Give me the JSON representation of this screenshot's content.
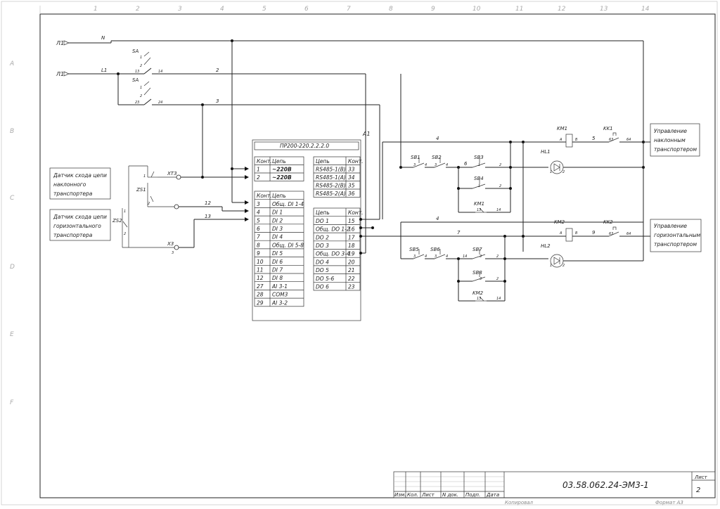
{
  "frame": {
    "columns": [
      "1",
      "2",
      "3",
      "4",
      "5",
      "6",
      "7",
      "8",
      "9",
      "10",
      "11",
      "12",
      "13",
      "14"
    ],
    "rows": [
      "A",
      "B",
      "C",
      "D",
      "E",
      "F"
    ]
  },
  "supply": {
    "l1_top": "Л1",
    "l1_bottom": "Л1",
    "wire_n": "N",
    "wire_l1": "L1",
    "sa_top": "SA",
    "sa_bottom": "SA",
    "sa_top_pins": [
      "1",
      "2",
      "13",
      "14"
    ],
    "sa_bottom_pins": [
      "1",
      "2",
      "23",
      "24"
    ],
    "wire_2": "2",
    "wire_3": "3"
  },
  "sensors": {
    "tilted": "Датчик схода цепи наклонного транспортера",
    "horizontal": "Датчик схода цепи горизонтального транспортера",
    "xt3": "XT3",
    "x3": "X3",
    "zs1": "ZS1",
    "zs2": "ZS2",
    "pins": [
      "1",
      "2",
      "1",
      "2",
      "3"
    ],
    "wire_12": "12",
    "wire_13": "13"
  },
  "controller": {
    "ref": "A1",
    "model": "ПР200-220.2.2.2.0",
    "power_header": [
      "Конт.",
      "Цепь"
    ],
    "power_rows": [
      [
        "1",
        "~220В"
      ],
      [
        "2",
        "~220В"
      ]
    ],
    "rs_header": [
      "Цепь",
      "Конт."
    ],
    "rs_rows": [
      [
        "RS485-1(B)",
        "33"
      ],
      [
        "RS485-1(A)",
        "34"
      ],
      [
        "RS485-2(B)",
        "35"
      ],
      [
        "RS485-2(A)",
        "36"
      ]
    ],
    "di_header": [
      "Конт.",
      "Цепь"
    ],
    "di_rows": [
      [
        "3",
        "Общ. DI 1-4"
      ],
      [
        "4",
        "DI 1"
      ],
      [
        "5",
        "DI 2"
      ],
      [
        "6",
        "DI 3"
      ],
      [
        "7",
        "DI 4"
      ],
      [
        "8",
        "Общ. DI 5-8"
      ],
      [
        "9",
        "DI 5"
      ],
      [
        "10",
        "DI 6"
      ],
      [
        "11",
        "DI 7"
      ],
      [
        "12",
        "DI 8"
      ],
      [
        "27",
        "AI 3-1"
      ],
      [
        "28",
        "COM3"
      ],
      [
        "29",
        "AI 3-2"
      ]
    ],
    "do_header": [
      "Цепь",
      "Конт."
    ],
    "do_rows": [
      [
        "DO 1",
        "15"
      ],
      [
        "Общ. DO 1-2",
        "16"
      ],
      [
        "DO 2",
        "17"
      ],
      [
        "DO 3",
        "18"
      ],
      [
        "Общ. DO 3-4",
        "19"
      ],
      [
        "DO 4",
        "20"
      ],
      [
        "DO 5",
        "21"
      ],
      [
        "DO 5-6",
        "22"
      ],
      [
        "DO 6",
        "23"
      ]
    ]
  },
  "circuit_top": {
    "wire_4": "4",
    "wire_5": "5",
    "wire_6": "6",
    "sb1": "SB1",
    "sb2": "SB2",
    "sb3": "SB3",
    "sb4": "SB4",
    "km1_contact": "KM1",
    "km1_coil": "KM1",
    "kk1": "KK1",
    "hl1": "HL1",
    "coil_pins": [
      "A",
      "B"
    ],
    "kk_pins": [
      "63",
      "64"
    ],
    "sb_pins": [
      "3",
      "4",
      "3",
      "4",
      "1",
      "2",
      "1",
      "2"
    ],
    "km_pins": [
      "13",
      "14"
    ],
    "hl_pins": [
      "1",
      "2"
    ],
    "label": "Управление наклонным транспортером"
  },
  "circuit_bottom": {
    "wire_4": "4",
    "wire_7": "7",
    "wire_9": "9",
    "sb5": "SB5",
    "sb6": "SB6",
    "sb7": "SB7",
    "sb8": "SB8",
    "km2_contact": "KM2",
    "km2_coil": "KM2",
    "kk2": "KK2",
    "hl2": "HL2",
    "coil_pins": [
      "A",
      "B"
    ],
    "kk_pins": [
      "63",
      "64"
    ],
    "sb_pins": [
      "3",
      "4",
      "3",
      "4",
      "14",
      "3",
      "2",
      "3",
      "2"
    ],
    "km_pins": [
      "13",
      "14"
    ],
    "hl_pins": [
      "1",
      "2"
    ],
    "label": "Управление горизонтальным транспортером"
  },
  "title_block": {
    "headers": [
      "Изм.",
      "Кол.",
      "Лист",
      "N док.",
      "Подп.",
      "Дата"
    ],
    "designation": "03.58.062.24-ЭМ3-1",
    "sheet_label": "Лист",
    "sheet_no": "2",
    "copied": "Копировал",
    "format": "Формат А3"
  }
}
